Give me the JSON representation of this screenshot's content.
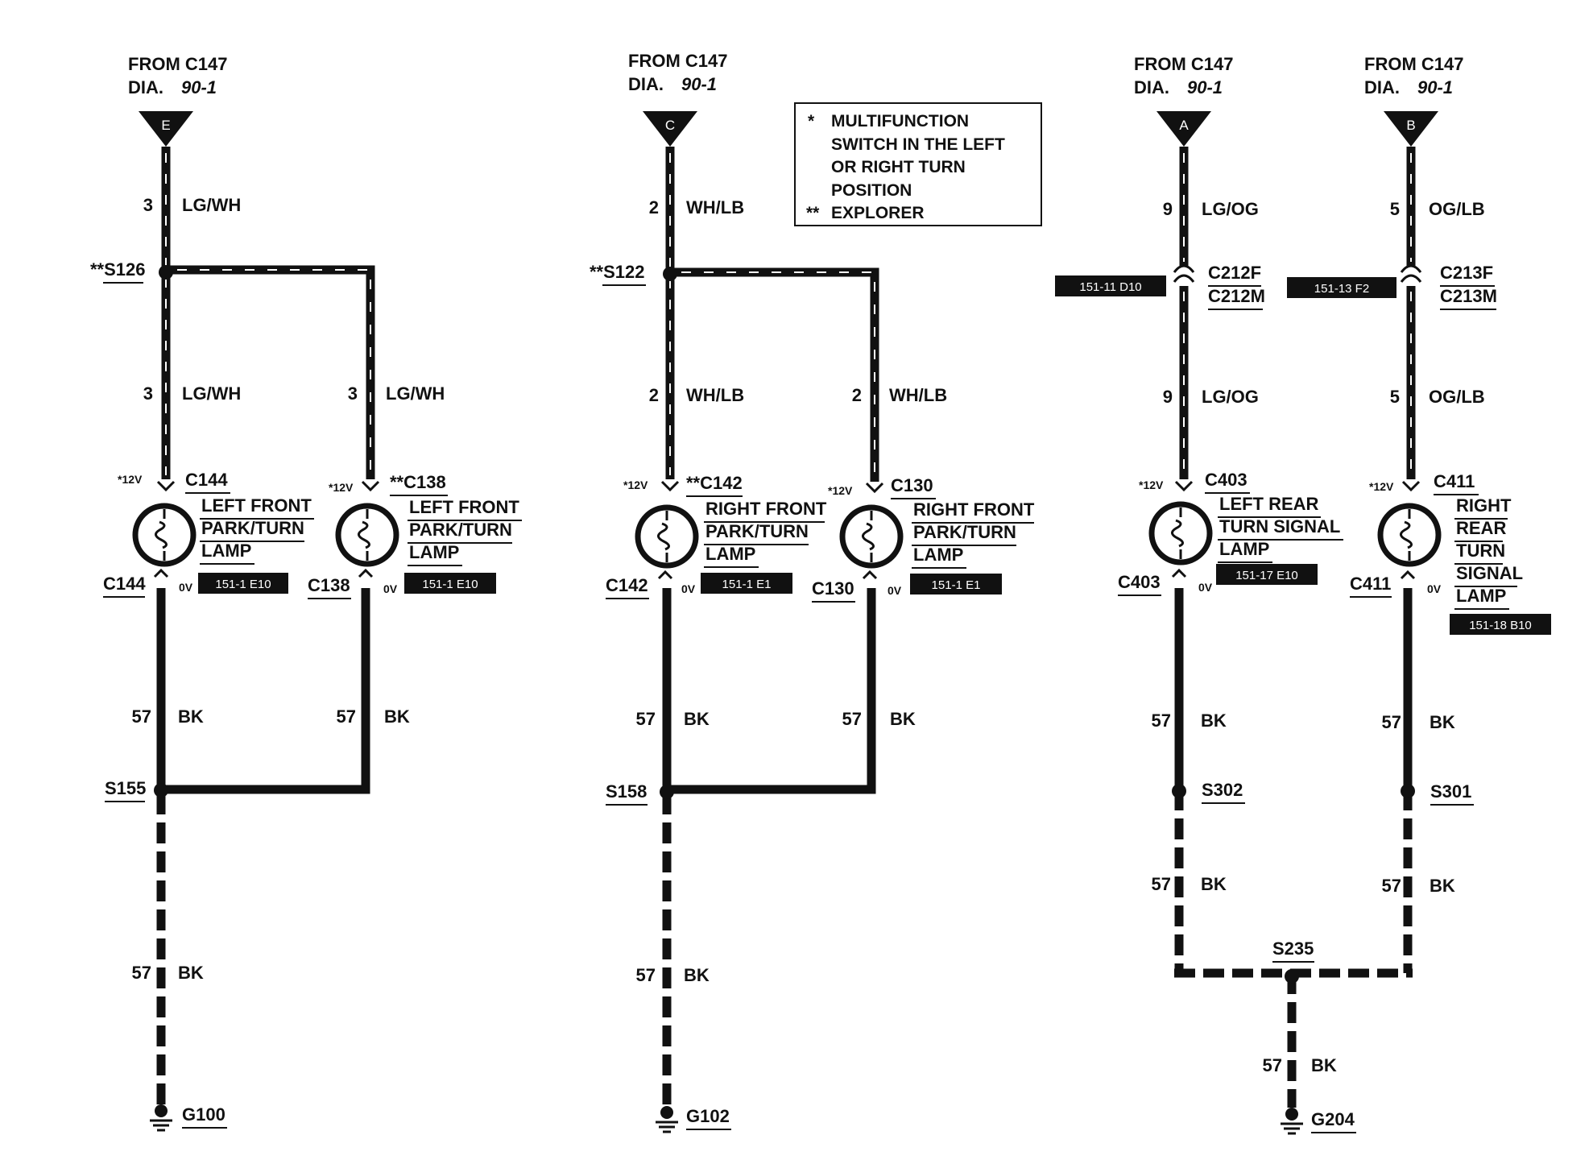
{
  "legend": {
    "lines": [
      {
        "mark": "*",
        "text": "MULTIFUNCTION"
      },
      {
        "mark": "",
        "text": "SWITCH IN THE LEFT"
      },
      {
        "mark": "",
        "text": "OR RIGHT TURN"
      },
      {
        "mark": "",
        "text": "POSITION"
      },
      {
        "mark": "**",
        "text": "EXPLORER"
      }
    ]
  },
  "sources": [
    {
      "from": "FROM C147",
      "dia": "DIA.",
      "dia_ref": "90-1",
      "pin": "E"
    },
    {
      "from": "FROM C147",
      "dia": "DIA.",
      "dia_ref": "90-1",
      "pin": "C"
    },
    {
      "from": "FROM C147",
      "dia": "DIA.",
      "dia_ref": "90-1",
      "pin": "A"
    },
    {
      "from": "FROM C147",
      "dia": "DIA.",
      "dia_ref": "90-1",
      "pin": "B"
    }
  ],
  "wire_labels": [
    {
      "circuit": "3",
      "color": "LG/WH"
    },
    {
      "circuit": "3",
      "color": "LG/WH"
    },
    {
      "circuit": "3",
      "color": "LG/WH"
    },
    {
      "circuit": "2",
      "color": "WH/LB"
    },
    {
      "circuit": "2",
      "color": "WH/LB"
    },
    {
      "circuit": "2",
      "color": "WH/LB"
    },
    {
      "circuit": "9",
      "color": "LG/OG"
    },
    {
      "circuit": "9",
      "color": "LG/OG"
    },
    {
      "circuit": "5",
      "color": "OG/LB"
    },
    {
      "circuit": "5",
      "color": "OG/LB"
    },
    {
      "circuit": "57",
      "color": "BK"
    },
    {
      "circuit": "57",
      "color": "BK"
    },
    {
      "circuit": "57",
      "color": "BK"
    },
    {
      "circuit": "57",
      "color": "BK"
    },
    {
      "circuit": "57",
      "color": "BK"
    },
    {
      "circuit": "57",
      "color": "BK"
    },
    {
      "circuit": "57",
      "color": "BK"
    },
    {
      "circuit": "57",
      "color": "BK"
    },
    {
      "circuit": "57",
      "color": "BK"
    },
    {
      "circuit": "57",
      "color": "BK"
    },
    {
      "circuit": "57",
      "color": "BK"
    }
  ],
  "splices": [
    "**S126",
    "**S122",
    "S155",
    "S158",
    "S302",
    "S301",
    "S235"
  ],
  "inline_connectors": [
    {
      "female": "C212F",
      "male": "C212M",
      "ref": "151-11 D10"
    },
    {
      "female": "C213F",
      "male": "C213M",
      "ref": "151-13 F2"
    }
  ],
  "lamps": [
    {
      "conn_top": "C144",
      "conn_bottom": "C144",
      "name": [
        "LEFT FRONT",
        "PARK/TURN",
        "LAMP"
      ],
      "ref": "151-1 E10",
      "v_top": "*12V",
      "v_bottom": "0V"
    },
    {
      "conn_top": "**C138",
      "conn_bottom": "C138",
      "name": [
        "LEFT FRONT",
        "PARK/TURN",
        "LAMP"
      ],
      "ref": "151-1 E10",
      "v_top": "*12V",
      "v_bottom": "0V"
    },
    {
      "conn_top": "**C142",
      "conn_bottom": "C142",
      "name": [
        "RIGHT FRONT",
        "PARK/TURN",
        "LAMP"
      ],
      "ref": "151-1 E1",
      "v_top": "*12V",
      "v_bottom": "0V"
    },
    {
      "conn_top": "C130",
      "conn_bottom": "C130",
      "name": [
        "RIGHT FRONT",
        "PARK/TURN",
        "LAMP"
      ],
      "ref": "151-1 E1",
      "v_top": "*12V",
      "v_bottom": "0V"
    },
    {
      "conn_top": "C403",
      "conn_bottom": "C403",
      "name": [
        "LEFT REAR",
        "TURN SIGNAL",
        "LAMP"
      ],
      "ref": "151-17 E10",
      "v_top": "*12V",
      "v_bottom": "0V"
    },
    {
      "conn_top": "C411",
      "conn_bottom": "C411",
      "name": [
        "RIGHT",
        "REAR",
        "TURN",
        "SIGNAL",
        "LAMP"
      ],
      "ref": "151-18 B10",
      "v_top": "*12V",
      "v_bottom": "0V"
    }
  ],
  "grounds": [
    "G100",
    "G102",
    "G204"
  ]
}
